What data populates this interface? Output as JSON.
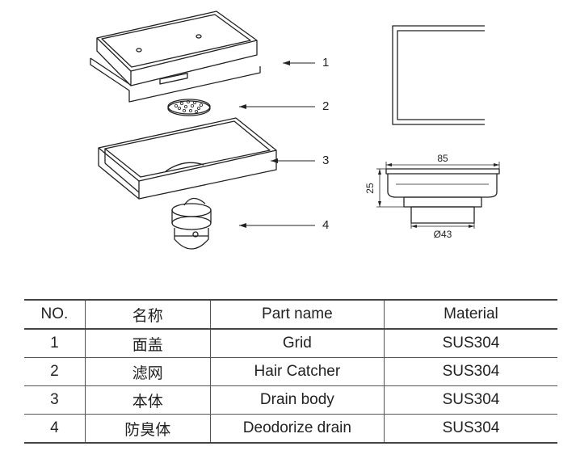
{
  "callouts": [
    "1",
    "2",
    "3",
    "4"
  ],
  "dimensions": {
    "width": "85",
    "height": "25",
    "outlet_diameter": "Ø43"
  },
  "table": {
    "headers": [
      "NO.",
      "名称",
      "Part name",
      "Material"
    ],
    "rows": [
      [
        "1",
        "面盖",
        "Grid",
        "SUS304"
      ],
      [
        "2",
        "滤网",
        "Hair Catcher",
        "SUS304"
      ],
      [
        "3",
        "本体",
        "Drain body",
        "SUS304"
      ],
      [
        "4",
        "防臭体",
        "Deodorize drain",
        "SUS304"
      ]
    ]
  },
  "colors": {
    "line": "#222222",
    "rule": "#444444"
  }
}
